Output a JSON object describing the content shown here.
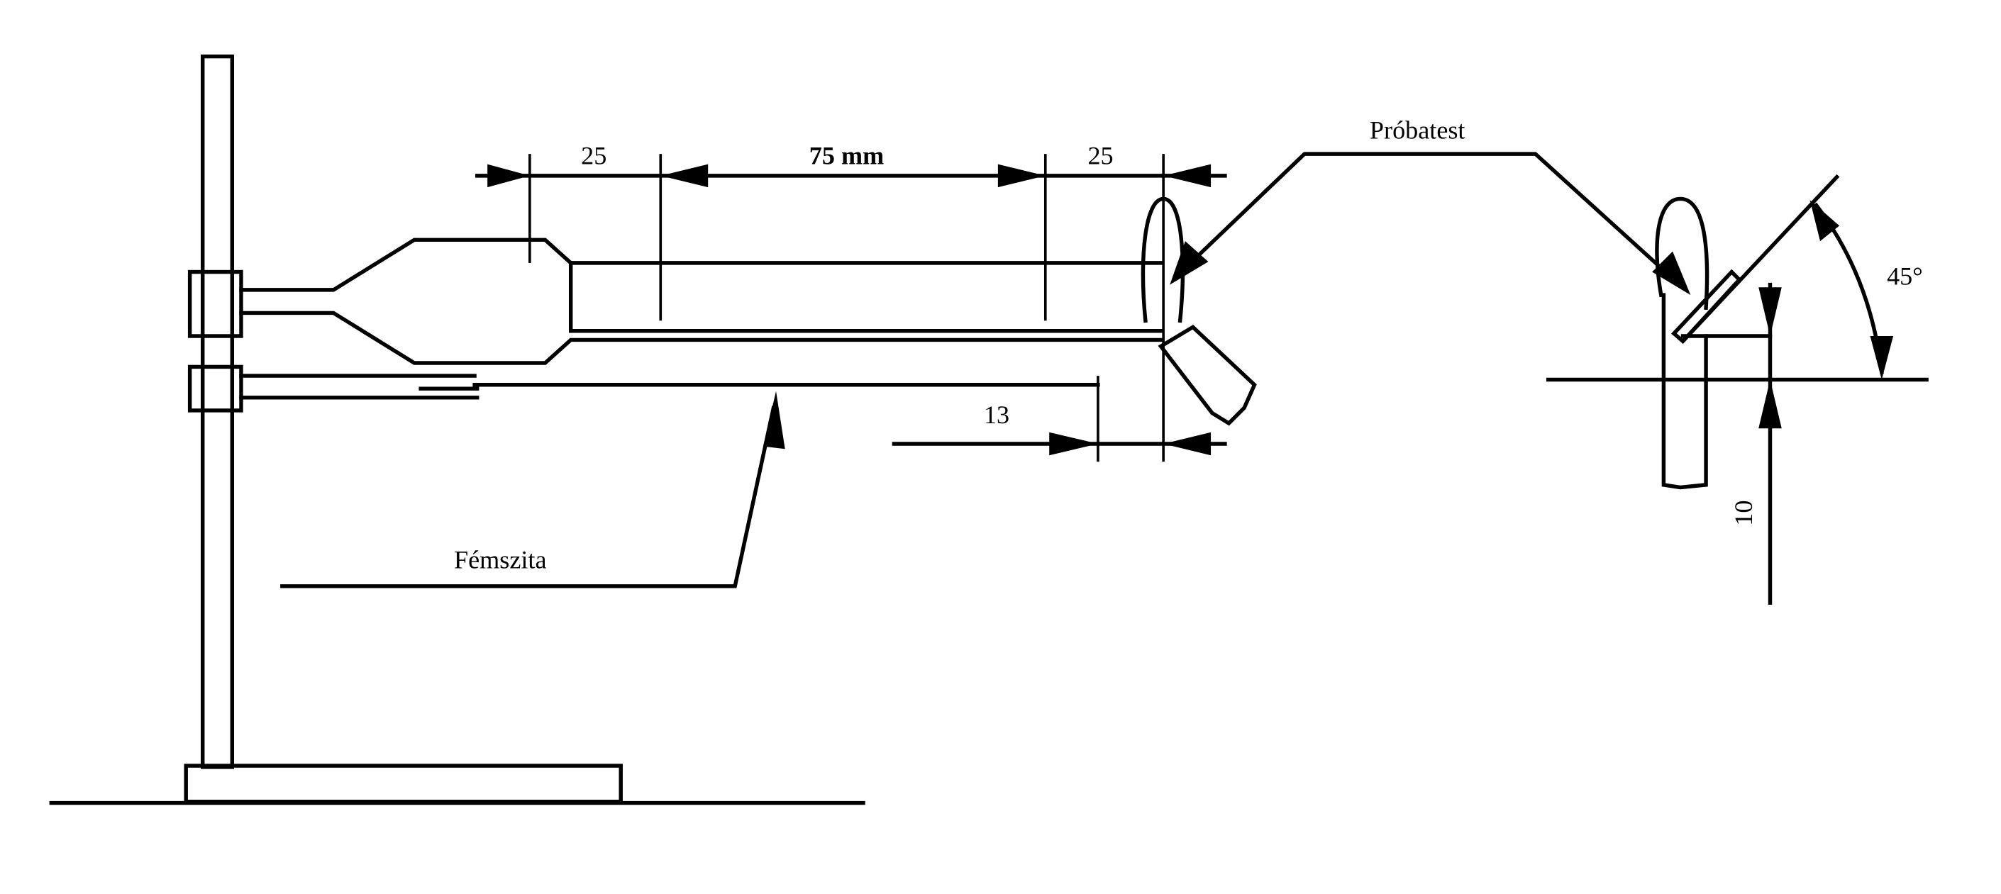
{
  "labels": {
    "dim_left": "25",
    "dim_middle": "75 mm",
    "dim_right": "25",
    "dim_gap": "13",
    "mesh": "Fémszita",
    "specimen": "Próbatest",
    "angle": "45°",
    "height": "10"
  },
  "colors": {
    "line": "#000000",
    "background": "#ffffff"
  }
}
